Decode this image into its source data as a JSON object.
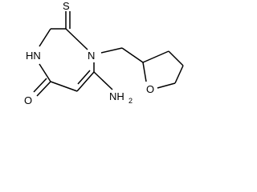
{
  "molecule": {
    "atom_labels": {
      "sulfur": "S",
      "ring_nh": "HN",
      "ring_n": "N",
      "oxo": "O",
      "amino_n": "NH",
      "amino_h_sub": "2",
      "thf_oxygen": "O"
    }
  }
}
